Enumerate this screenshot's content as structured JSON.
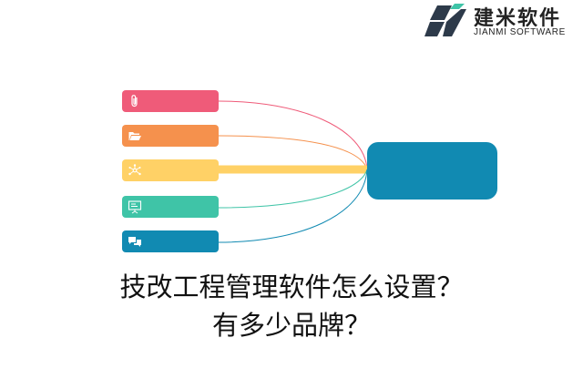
{
  "brand": {
    "name_cn": "建米软件",
    "name_en": "JIANMI SOFTWARE"
  },
  "diagram": {
    "items": [
      {
        "icon": "paperclip-icon",
        "color": "#ef5b79"
      },
      {
        "icon": "folder-icon",
        "color": "#f5914d"
      },
      {
        "icon": "network-icon",
        "color": "#ffd166"
      },
      {
        "icon": "presentation-icon",
        "color": "#3fc4a7"
      },
      {
        "icon": "chat-icon",
        "color": "#118ab2"
      }
    ],
    "hub_color": "#118ab2"
  },
  "title": {
    "line1": "技改工程管理软件怎么设置？",
    "line2": "有多少品牌？"
  }
}
